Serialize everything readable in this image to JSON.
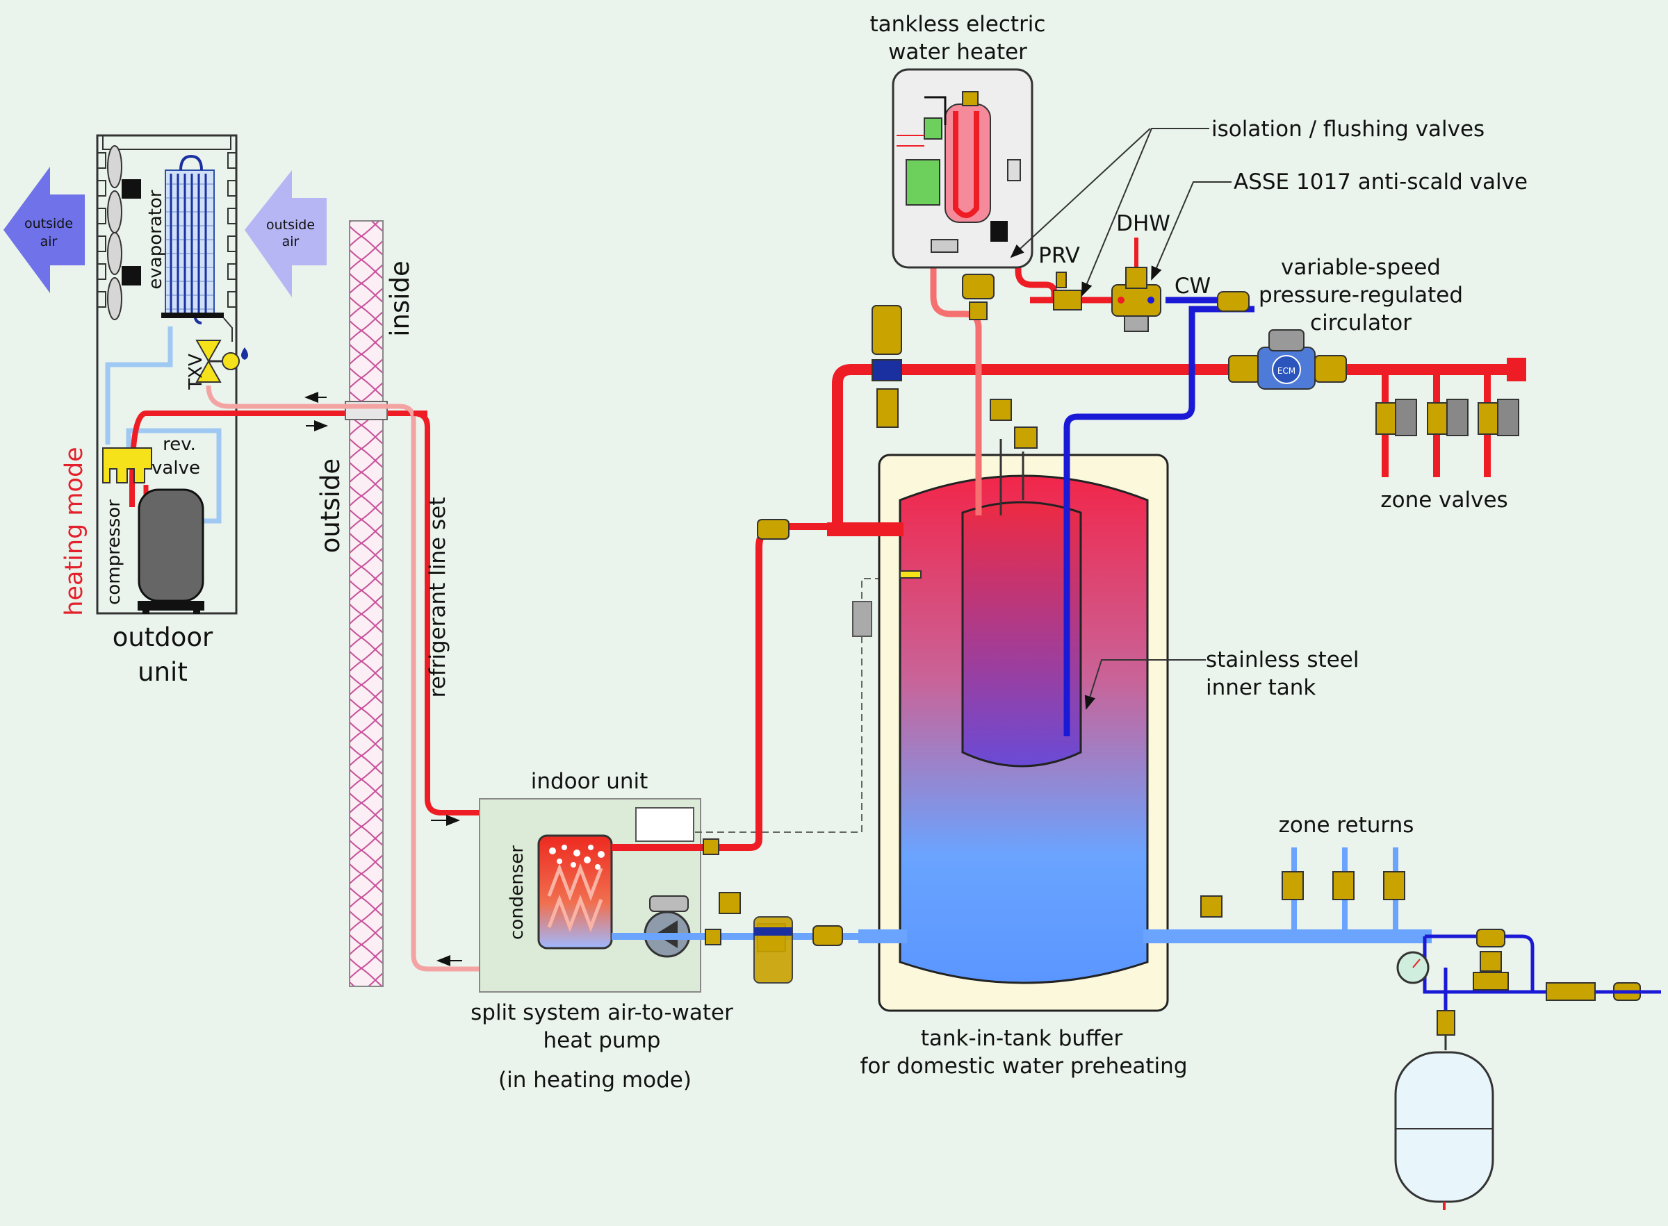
{
  "colors": {
    "background": "#eaf4ec",
    "hot_supply": "#ee1c24",
    "cold_return": "#6aa4ff",
    "domestic_cold": "#1a1ad6",
    "refrigerant_liquid": "#f4a3a3",
    "refrigerant_vapor": "#9fc8f2",
    "tank_jacket": "#fbf8dc",
    "valve_brass": "#c9a300"
  },
  "labels": {
    "tankless_line1": "tankless electric",
    "tankless_line2": "water heater",
    "isolation_valves": "isolation / flushing valves",
    "anti_scald": "ASSE 1017 anti-scald valve",
    "dhw": "DHW",
    "prv": "PRV",
    "cw": "CW",
    "circulator_line1": "variable-speed",
    "circulator_line2": "pressure-regulated",
    "circulator_line3": "circulator",
    "zone_valves": "zone valves",
    "outside_air_left_1": "outside",
    "outside_air_left_2": "air",
    "outside_air_right_1": "outside",
    "outside_air_right_2": "air",
    "evaporator": "evaporator",
    "txv": "TXV",
    "rev_valve_1": "rev.",
    "rev_valve_2": "valve",
    "compressor": "compressor",
    "heating_mode_vertical": "heating mode",
    "outdoor_unit_1": "outdoor",
    "outdoor_unit_2": "unit",
    "inside": "inside",
    "outside": "outside",
    "refrigerant_line_set": "refrigerant line set",
    "indoor_unit": "indoor unit",
    "condenser": "condenser",
    "split_system_1": "split system air-to-water",
    "split_system_2": "heat pump",
    "in_heating_mode": "(in heating mode)",
    "stainless_1": "stainless steel",
    "stainless_2": "inner tank",
    "tank_in_tank_1": "tank-in-tank buffer",
    "tank_in_tank_2": "for domestic water preheating",
    "zone_returns": "zone returns",
    "ecm": "ECM"
  }
}
